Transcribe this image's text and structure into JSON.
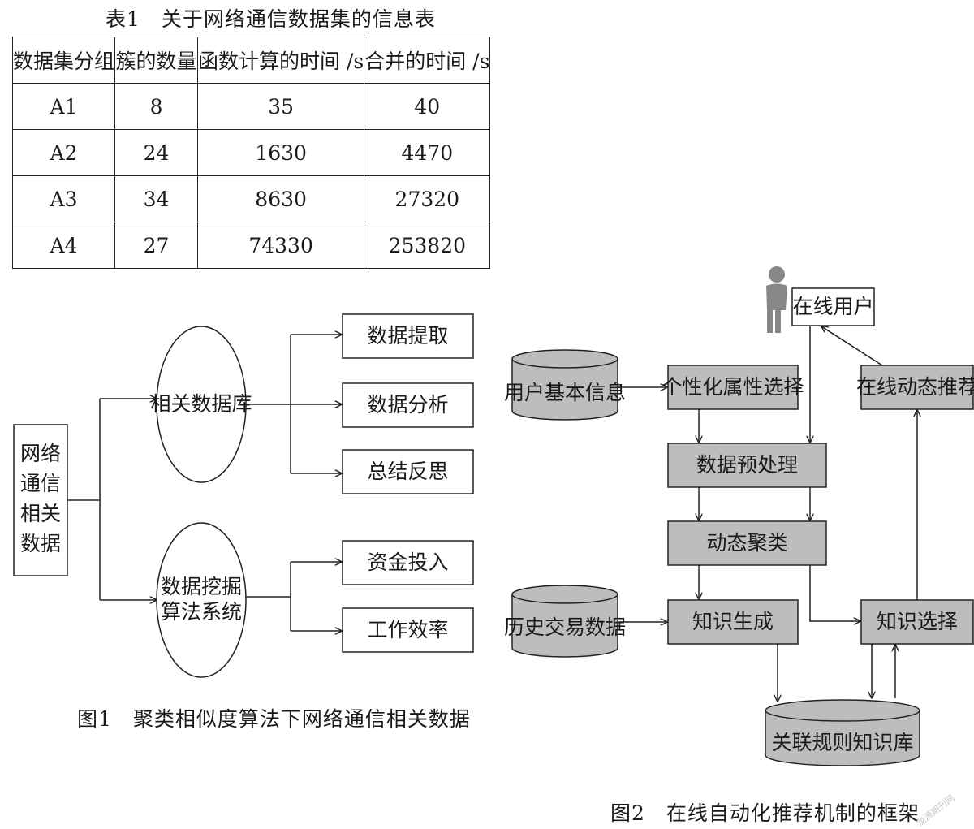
{
  "table1": {
    "caption": "表1　关于网络通信数据集的信息表",
    "headers": [
      "数据集分组",
      "簇的数量",
      "函数计算的时间 /s",
      "合并的时间 /s"
    ],
    "rows": [
      [
        "A1",
        "8",
        "35",
        "40"
      ],
      [
        "A2",
        "24",
        "1630",
        "4470"
      ],
      [
        "A3",
        "34",
        "8630",
        "27320"
      ],
      [
        "A4",
        "27",
        "74330",
        "253820"
      ]
    ]
  },
  "fig1": {
    "caption": "图1　聚类相似度算法下网络通信相关数据",
    "root": [
      "网络",
      "通信",
      "相关",
      "数据"
    ],
    "db_node": "相关数据库",
    "mining_node": [
      "数据挖掘",
      "算法系统"
    ],
    "db_leaves": [
      "数据提取",
      "数据分析",
      "总结反思"
    ],
    "mining_leaves": [
      "资金投入",
      "工作效率"
    ]
  },
  "fig2": {
    "caption": "图2　在线自动化推荐机制的框架",
    "online_user": "在线用户",
    "user_info": "用户基本信息",
    "attr_select": "个性化属性选择",
    "online_recommend": "在线动态推荐",
    "preprocess": "数据预处理",
    "clustering": "动态聚类",
    "history": "历史交易数据",
    "knowledge_gen": "知识生成",
    "knowledge_select": "知识选择",
    "rule_base": "关联规则知识库",
    "person_icon": "person-icon"
  },
  "watermark": "龙源期刊网",
  "colors": {
    "box_fill": "#bdbdbd",
    "stroke": "#222222",
    "person": "#888888"
  }
}
